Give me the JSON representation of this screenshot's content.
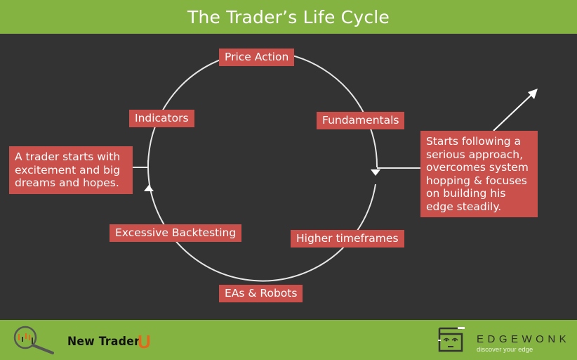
{
  "header": {
    "title": "The Trader’s Life Cycle",
    "bg_color": "#85b342"
  },
  "diagram": {
    "background": "#333333",
    "box_color": "#c9504b",
    "cycle_stages": [
      {
        "label": "Price Action"
      },
      {
        "label": "Fundamentals"
      },
      {
        "label": "Higher timeframes"
      },
      {
        "label": "EAs & Robots"
      },
      {
        "label": "Excessive Backtesting"
      },
      {
        "label": "Indicators"
      }
    ],
    "start_note": "A trader starts with excitement and big dreams and hopes.",
    "exit_note": "Starts following a serious approach, overcomes system hopping & focuses on building his edge steadily."
  },
  "footer": {
    "left_logo": {
      "text": "New Trader",
      "accent": "U",
      "accent_color": "#e8661c"
    },
    "right_logo": {
      "name": "EDGEWONK",
      "tagline": "discover your edge"
    }
  }
}
